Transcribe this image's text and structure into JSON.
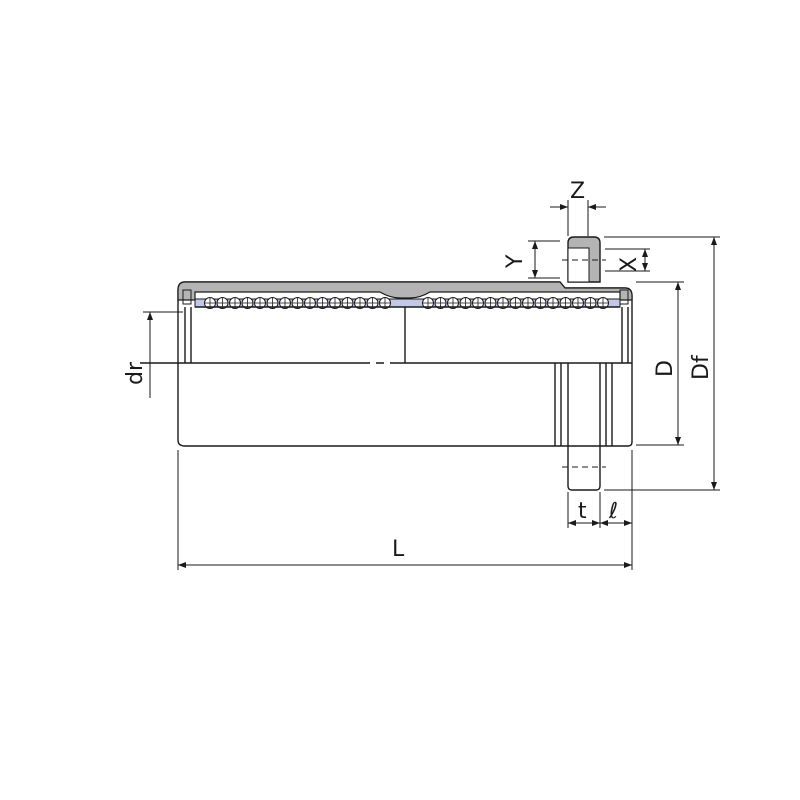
{
  "diagram": {
    "title": "Flanged linear bushing dimension drawing",
    "labels": {
      "Z": "Z",
      "Y": "Y",
      "X": "X",
      "D": "D",
      "Df": "Df",
      "dr": "dr",
      "t": "t",
      "l": "ℓ",
      "L": "L"
    },
    "colors": {
      "shell": "#b4b4b4",
      "retainer": "#c4c8e8",
      "line": "#1a1a1a"
    }
  }
}
